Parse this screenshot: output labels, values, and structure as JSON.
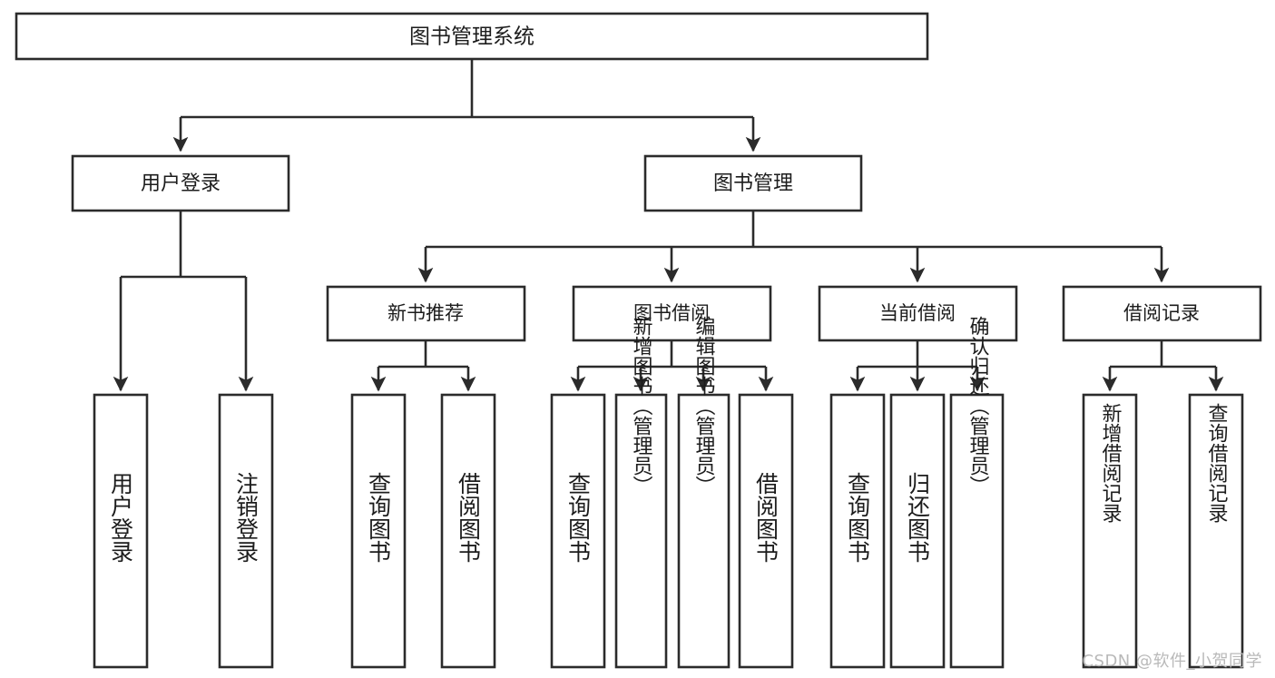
{
  "diagram": {
    "title": "图书管理系统",
    "type": "tree-hierarchy",
    "watermark": "CSDN @软件_小贺同学",
    "colors": {
      "stroke": "#2b2b2b",
      "fill": "#ffffff",
      "text": "#1c1c1c",
      "watermark": "#b9b9b9"
    },
    "levels": {
      "root": {
        "label": "图书管理系统"
      },
      "level1": [
        {
          "id": "user-login",
          "label": "用户登录"
        },
        {
          "id": "book-management",
          "label": "图书管理"
        }
      ],
      "level2": [
        {
          "id": "new-book-recommend",
          "label": "新书推荐",
          "parent": "book-management"
        },
        {
          "id": "book-borrow",
          "label": "图书借阅",
          "parent": "book-management"
        },
        {
          "id": "current-borrow",
          "label": "当前借阅",
          "parent": "book-management"
        },
        {
          "id": "borrow-record",
          "label": "借阅记录",
          "parent": "book-management"
        }
      ],
      "leaves": {
        "user-login": [
          {
            "id": "leaf-user-login",
            "label": "用户登录"
          },
          {
            "id": "leaf-logout",
            "label": "注销登录"
          }
        ],
        "new-book-recommend": [
          {
            "id": "leaf-query-book-1",
            "label": "查询图书"
          },
          {
            "id": "leaf-borrow-book-1",
            "label": "借阅图书"
          }
        ],
        "book-borrow": [
          {
            "id": "leaf-query-book-2",
            "label": "查询图书"
          },
          {
            "id": "leaf-add-book",
            "label": "新增图书（管理员）"
          },
          {
            "id": "leaf-edit-book",
            "label": "编辑图书（管理员）"
          },
          {
            "id": "leaf-borrow-book-2",
            "label": "借阅图书"
          }
        ],
        "current-borrow": [
          {
            "id": "leaf-query-book-3",
            "label": "查询图书"
          },
          {
            "id": "leaf-return-book",
            "label": "归还图书"
          },
          {
            "id": "leaf-confirm-return",
            "label": "确认归还（管理员）"
          }
        ],
        "borrow-record": [
          {
            "id": "leaf-add-record",
            "label": "新增借阅记录"
          },
          {
            "id": "leaf-query-record",
            "label": "查询借阅记录"
          }
        ]
      }
    }
  }
}
